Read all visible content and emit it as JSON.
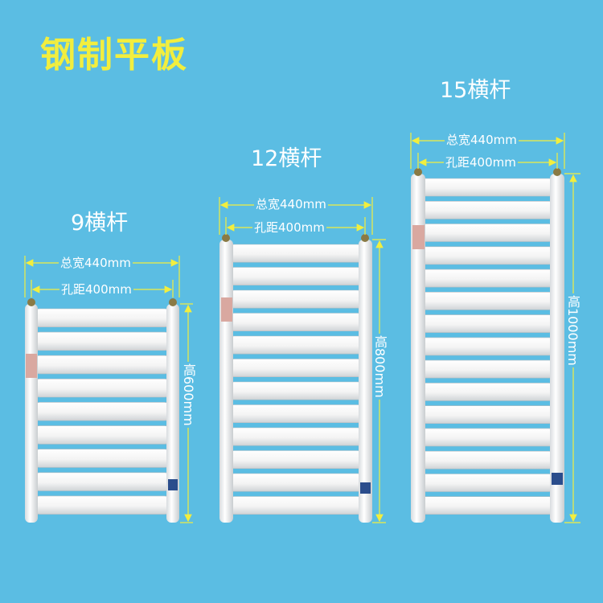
{
  "page_title": "钢制平板",
  "colors": {
    "background": "#5bbde3",
    "title": "#f2ee3e",
    "dimension_line": "#f2ee3e",
    "radiator_white": "#f7f7f7",
    "label_text": "#ffffff"
  },
  "radiators": [
    {
      "model": "9横杆",
      "bar_count": 9,
      "total_width": "总宽440mm",
      "hole_distance": "孔距400mm",
      "height": "高600mm"
    },
    {
      "model": "12横杆",
      "bar_count": 12,
      "total_width": "总宽440mm",
      "hole_distance": "孔距400mm",
      "height": "高800mm"
    },
    {
      "model": "15横杆",
      "bar_count": 15,
      "total_width": "总宽440mm",
      "hole_distance": "孔距400mm",
      "height": "高1000mm"
    }
  ]
}
